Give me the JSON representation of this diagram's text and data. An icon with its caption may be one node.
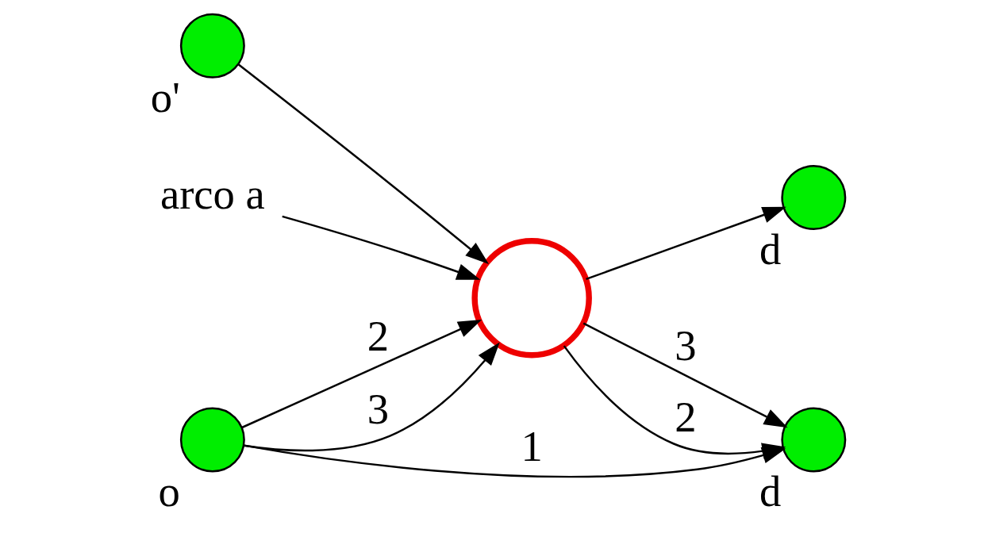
{
  "diagram": {
    "nodes": [
      {
        "text": [],
        "shape": "circle",
        "beside": [
          "o'"
        ]
      },
      {
        "text": [],
        "shape": "circle",
        "beside": [
          "o"
        ]
      },
      {
        "text": [],
        "shape": "circle",
        "beside": [
          "d"
        ]
      },
      {
        "text": [],
        "shape": "circle",
        "beside": [
          "d"
        ]
      },
      {
        "text": [],
        "shape": "circle"
      },
      {
        "text": [
          "arco a"
        ]
      }
    ],
    "edges": [
      {
        "from": 1,
        "to": 2,
        "arrow": "to",
        "label": "1"
      },
      {
        "from": 0,
        "to": 4,
        "arrow": "to"
      },
      {
        "from": 1,
        "to": 4,
        "arrow": "to",
        "label": "2"
      },
      {
        "from": 1,
        "to": 4,
        "arrow": "to",
        "label": "3"
      },
      {
        "from": 4,
        "to": 2,
        "arrow": "to",
        "label": "3"
      },
      {
        "from": 4,
        "to": 2,
        "arrow": "to",
        "label": "2"
      },
      {
        "from": 4,
        "to": 3,
        "arrow": "to"
      },
      {
        "from": 5,
        "to": 4,
        "arrow": "to"
      }
    ]
  }
}
